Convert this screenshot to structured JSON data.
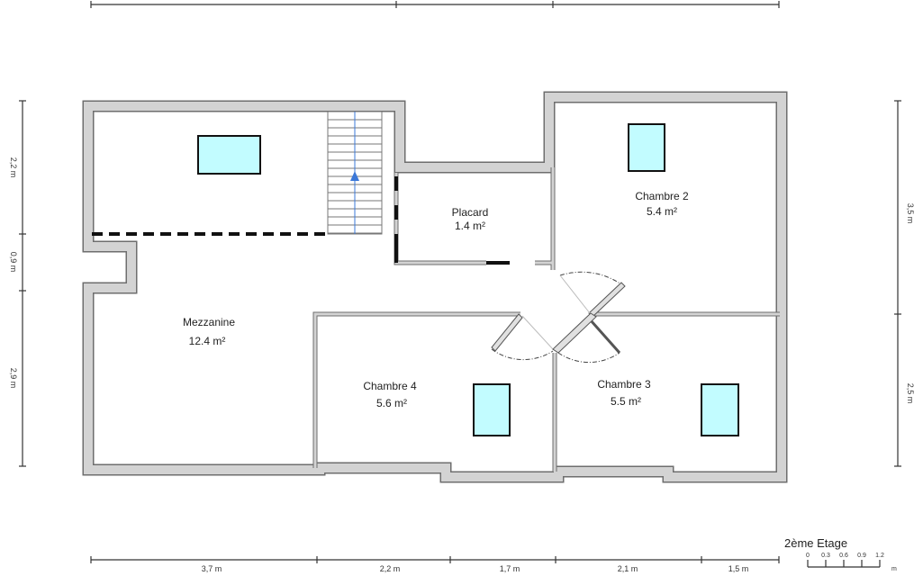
{
  "floor_label": "2ème Etage",
  "colors": {
    "wall": "#d3d3d3",
    "wall_outline": "#6e6e6e",
    "window": "#c2fcff",
    "stair_arrow": "#3b78d8"
  },
  "rooms": [
    {
      "name": "Mezzanine",
      "area": "12.4 m²"
    },
    {
      "name": "Placard",
      "area": "1.4 m²"
    },
    {
      "name": "Chambre 2",
      "area": "5.4 m²"
    },
    {
      "name": "Chambre 4",
      "area": "5.6 m²"
    },
    {
      "name": "Chambre 3",
      "area": "5.5 m²"
    }
  ],
  "dimensions": {
    "bottom": [
      "3,7 m",
      "2,2 m",
      "1,7 m",
      "2,1 m",
      "1,5 m"
    ],
    "left": [
      "2,2 m",
      "0,9 m",
      "2,9 m"
    ],
    "right": [
      "3,5 m",
      "2,5 m"
    ]
  },
  "scale": {
    "ticks": [
      "0",
      "0.3",
      "0.6",
      "0.9",
      "1.2"
    ],
    "unit": "m"
  }
}
